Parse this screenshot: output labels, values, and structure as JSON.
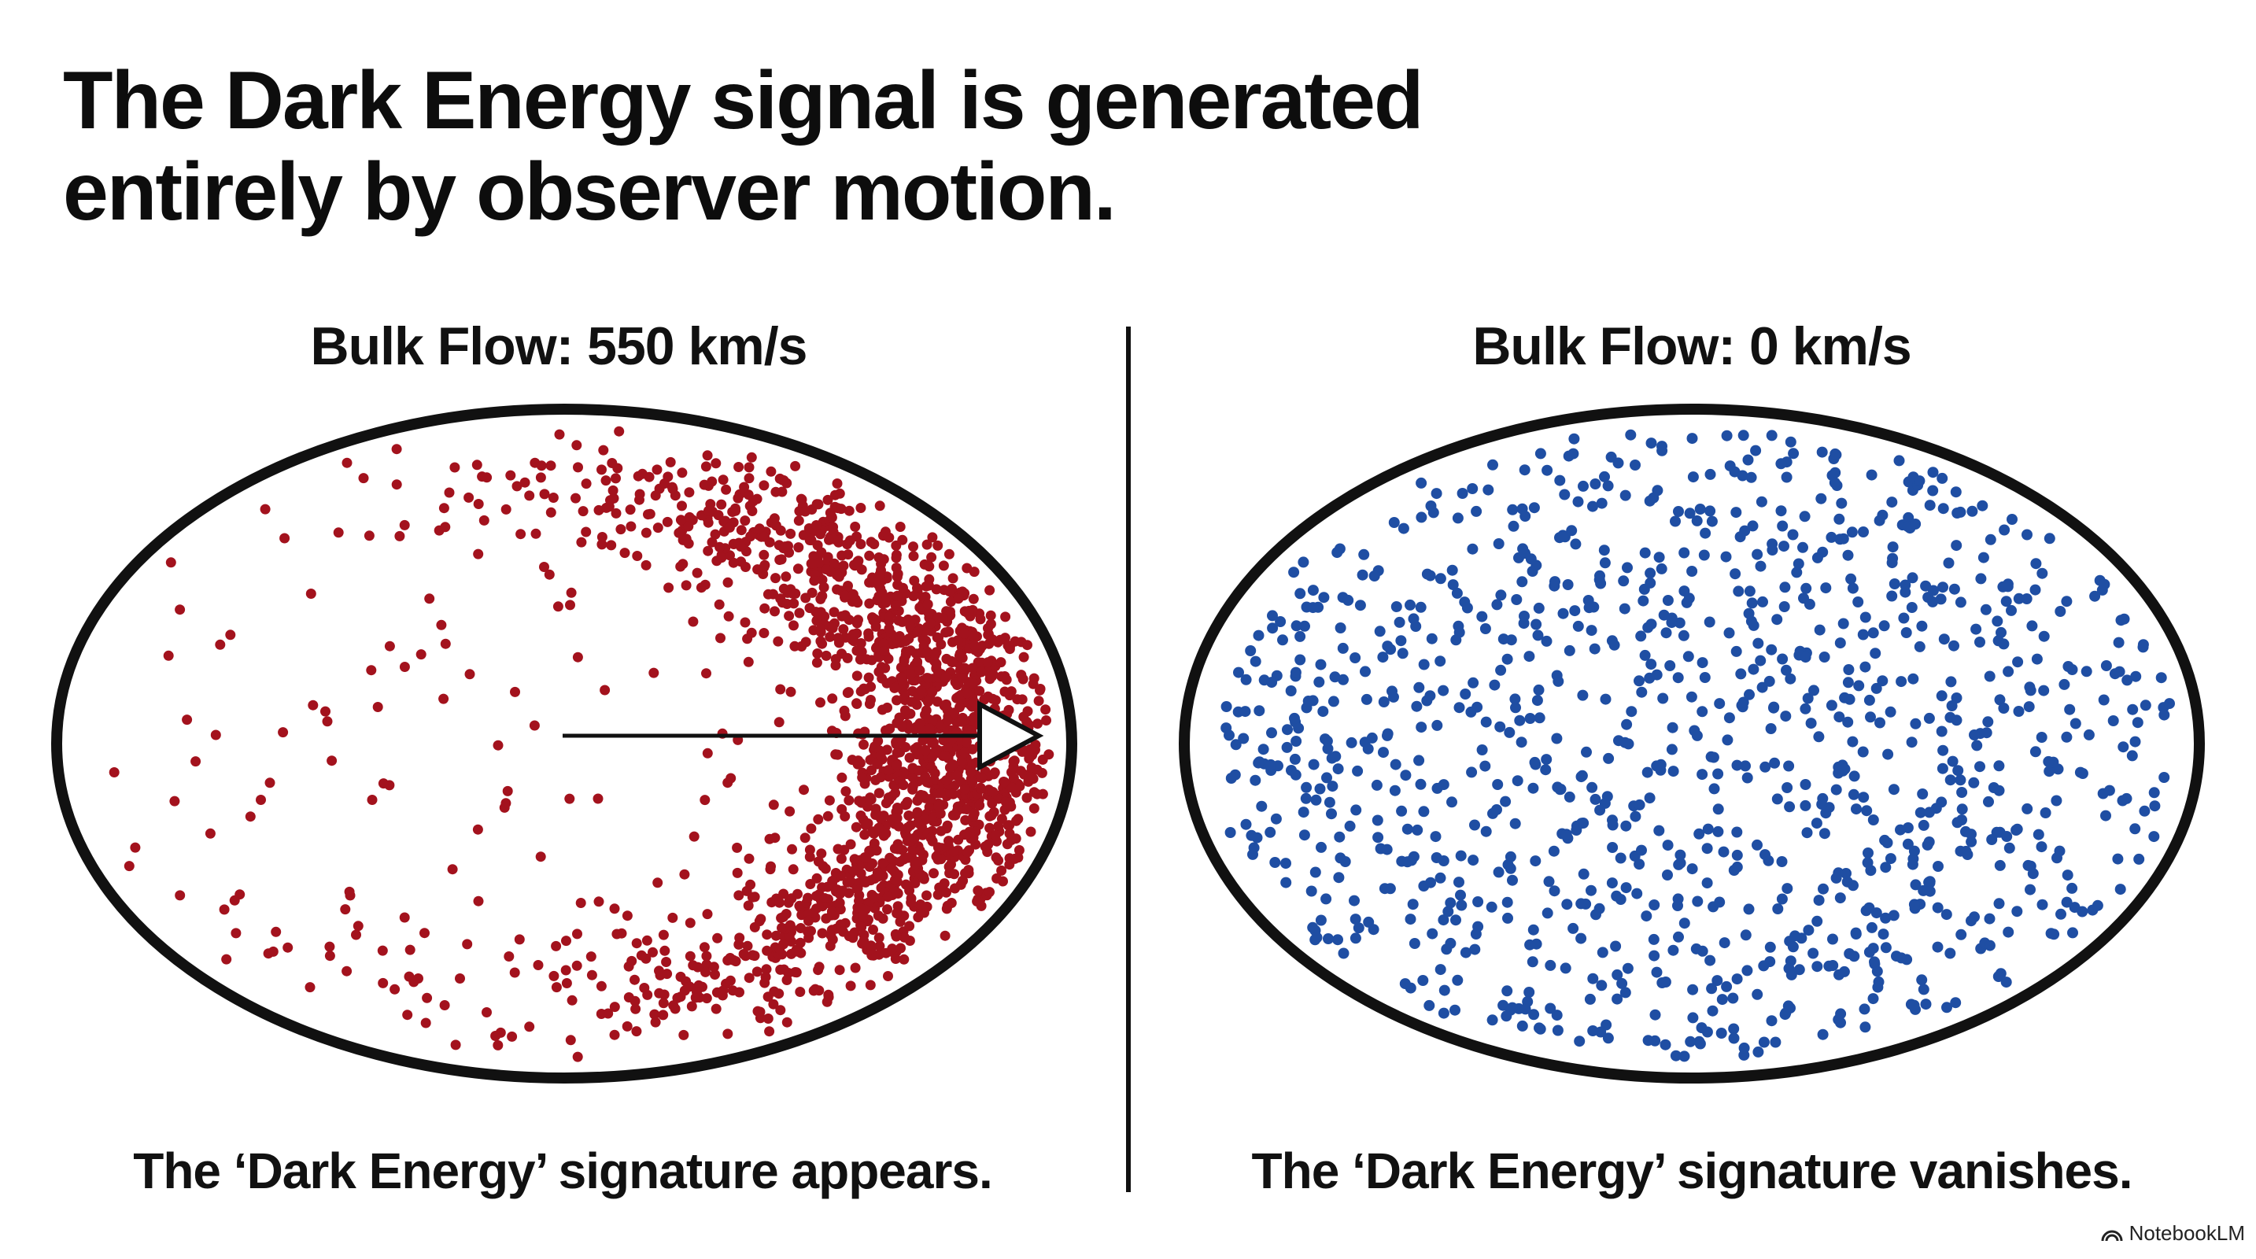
{
  "title": {
    "line1": "The Dark Energy signal is generated",
    "line2": "entirely by observer motion."
  },
  "panels": [
    {
      "heading": "Bulk Flow: 550 km/s",
      "caption": "The ‘Dark Energy’ signature appears.",
      "dot_color": "#a3121d",
      "dot_distribution": "concentrated toward the direction of motion (right side)",
      "arrow_icon": "arrow-right-icon"
    },
    {
      "heading": "Bulk Flow: 0 km/s",
      "caption": "The ‘Dark Energy’ signature vanishes.",
      "dot_color": "#1f4ea3",
      "dot_distribution": "uniform"
    }
  ],
  "brand": {
    "icon": "notebooklm-logo-icon",
    "label": "NotebookLM"
  },
  "colors": {
    "outline": "#111111",
    "background": "#ffffff",
    "red": "#a3121d",
    "blue": "#1f4ea3"
  }
}
